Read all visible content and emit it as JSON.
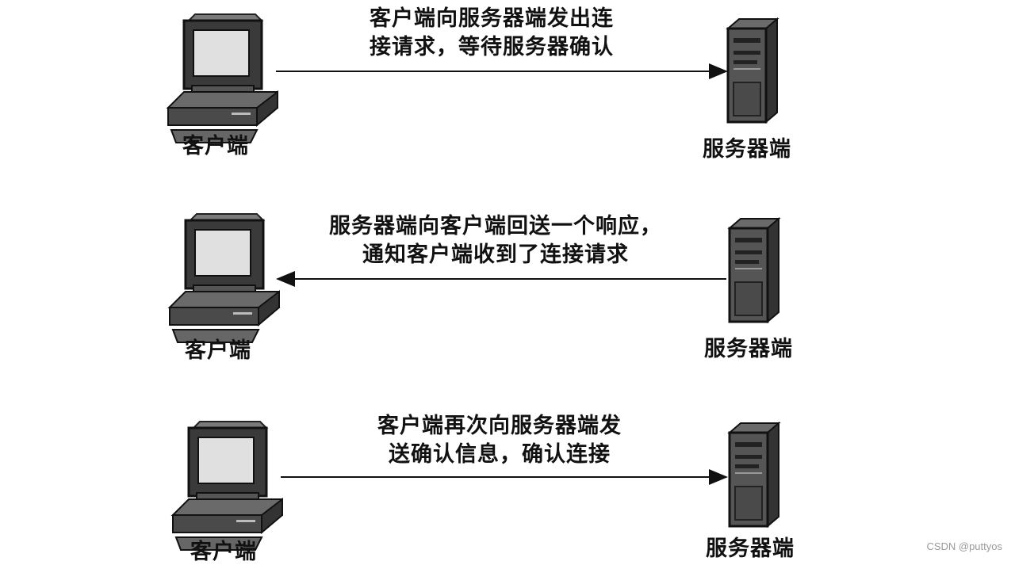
{
  "steps": [
    {
      "message_line1": "客户端向服务器端发出连",
      "message_line2": "接请求，等待服务器确认",
      "client_label": "客户端",
      "server_label": "服务器端",
      "direction": "client-to-server"
    },
    {
      "message_line1": "服务器端向客户端回送一个响应，",
      "message_line2": "通知客户端收到了连接请求",
      "client_label": "客户端",
      "server_label": "服务器端",
      "direction": "server-to-client"
    },
    {
      "message_line1": "客户端再次向服务器端发",
      "message_line2": "送确认信息，确认连接",
      "client_label": "客户端",
      "server_label": "服务器端",
      "direction": "client-to-server"
    }
  ],
  "watermark": "CSDN @puttyos"
}
